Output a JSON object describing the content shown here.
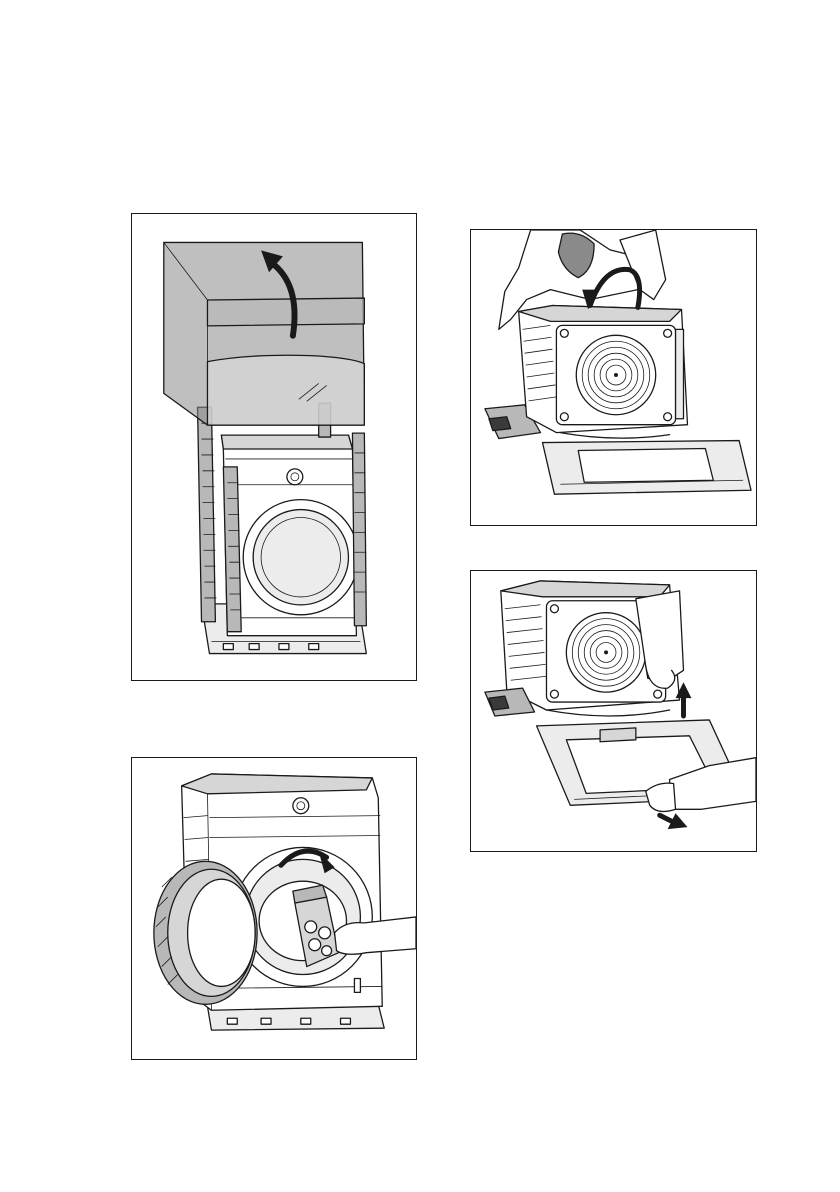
{
  "page": {
    "background": "#ffffff",
    "line_color": "#1a1a1a"
  },
  "figures": [
    {
      "id": "remove-carton-cover",
      "arrow_icon": "curved-up-arrow-icon"
    },
    {
      "id": "lift-appliance-rear",
      "arrow_icon": "curved-over-arrow-icon"
    },
    {
      "id": "remove-base-packaging",
      "arrow_icons": [
        "up-arrow-icon",
        "down-right-arrow-icon"
      ]
    },
    {
      "id": "remove-accessories-bag",
      "arrow_icon": "curved-down-arrow-icon"
    }
  ]
}
